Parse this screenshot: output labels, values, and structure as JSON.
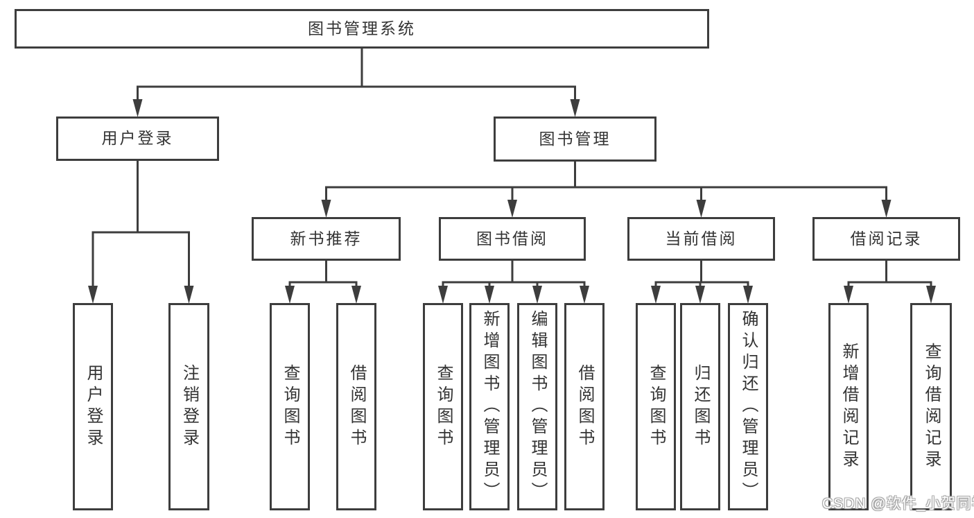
{
  "diagram": {
    "title": "图书管理系统",
    "watermark": "CSDN @软件_小贺同学",
    "colors": {
      "line": "#3d3d3d",
      "box_border": "#3d3d3d",
      "box_fill": "#ffffff",
      "text": "#333333",
      "background": "#ffffff",
      "watermark_fill": "#ffffff",
      "watermark_outline": "#a8a8a8"
    },
    "nodes": [
      {
        "id": "root",
        "label": "图书管理系统",
        "parent": null,
        "orientation": "horizontal"
      },
      {
        "id": "user-login",
        "label": "用户登录",
        "parent": "root",
        "orientation": "horizontal"
      },
      {
        "id": "book-mgmt",
        "label": "图书管理",
        "parent": "root",
        "orientation": "horizontal"
      },
      {
        "id": "login",
        "label": "用户登录",
        "parent": "user-login",
        "orientation": "vertical"
      },
      {
        "id": "logout",
        "label": "注销登录",
        "parent": "user-login",
        "orientation": "vertical"
      },
      {
        "id": "new-book-rec",
        "label": "新书推荐",
        "parent": "book-mgmt",
        "orientation": "horizontal"
      },
      {
        "id": "book-borrow",
        "label": "图书借阅",
        "parent": "book-mgmt",
        "orientation": "horizontal"
      },
      {
        "id": "current-borrow",
        "label": "当前借阅",
        "parent": "book-mgmt",
        "orientation": "horizontal"
      },
      {
        "id": "borrow-records",
        "label": "借阅记录",
        "parent": "book-mgmt",
        "orientation": "horizontal"
      },
      {
        "id": "rec-query-book",
        "label": "查询图书",
        "parent": "new-book-rec",
        "orientation": "vertical"
      },
      {
        "id": "rec-borrow-book",
        "label": "借阅图书",
        "parent": "new-book-rec",
        "orientation": "vertical"
      },
      {
        "id": "bb-query-book",
        "label": "查询图书",
        "parent": "book-borrow",
        "orientation": "vertical"
      },
      {
        "id": "bb-add-book",
        "label": "新增图书（管理员）",
        "parent": "book-borrow",
        "orientation": "vertical"
      },
      {
        "id": "bb-edit-book",
        "label": "编辑图书（管理员）",
        "parent": "book-borrow",
        "orientation": "vertical"
      },
      {
        "id": "bb-borrow-book",
        "label": "借阅图书",
        "parent": "book-borrow",
        "orientation": "vertical"
      },
      {
        "id": "cb-query-book",
        "label": "查询图书",
        "parent": "current-borrow",
        "orientation": "vertical"
      },
      {
        "id": "cb-return-book",
        "label": "归还图书",
        "parent": "current-borrow",
        "orientation": "vertical"
      },
      {
        "id": "cb-confirm-return",
        "label": "确认归还（管理员）",
        "parent": "current-borrow",
        "orientation": "vertical"
      },
      {
        "id": "br-add-record",
        "label": "新增借阅记录",
        "parent": "borrow-records",
        "orientation": "vertical"
      },
      {
        "id": "br-query-record",
        "label": "查询借阅记录",
        "parent": "borrow-records",
        "orientation": "vertical"
      }
    ]
  }
}
